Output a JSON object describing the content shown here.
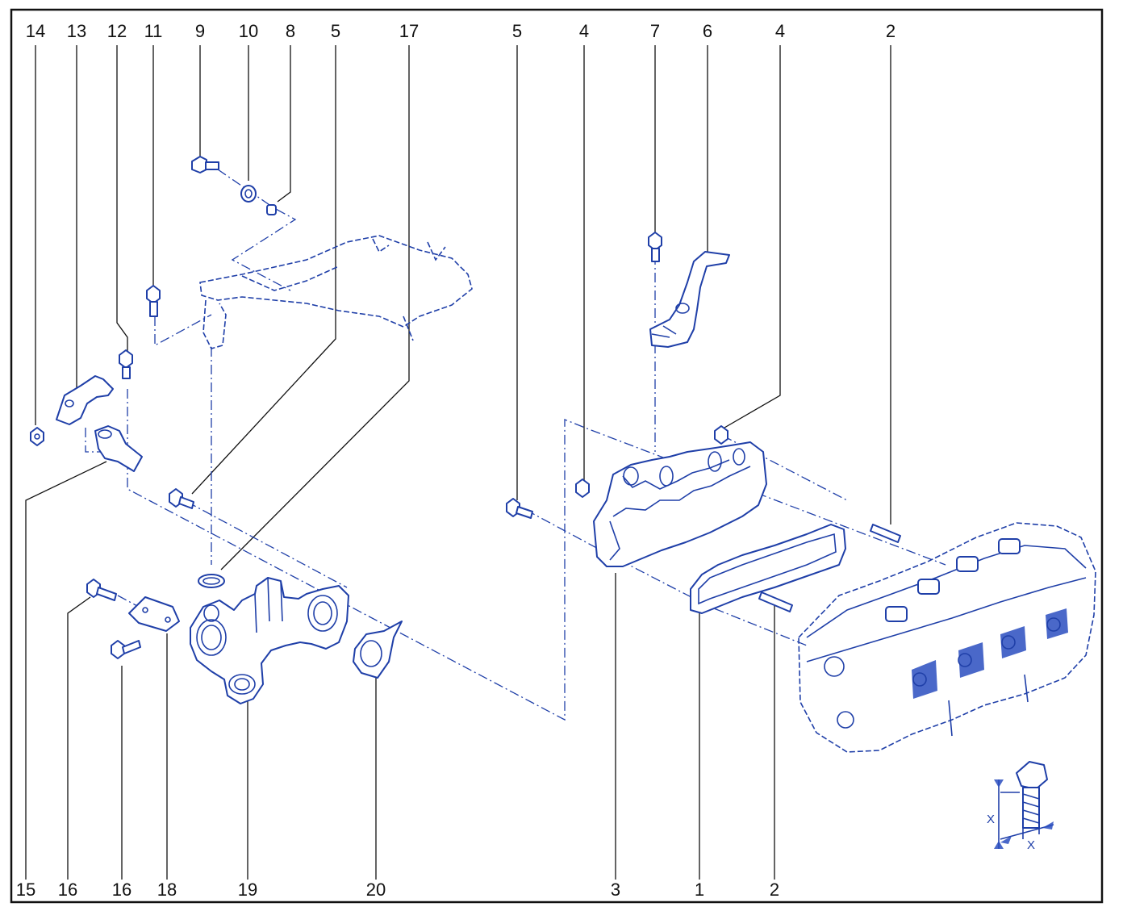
{
  "diagram": {
    "callouts_top": [
      "14",
      "13",
      "12",
      "11",
      "9",
      "10",
      "8",
      "5",
      "17",
      "5",
      "4",
      "7",
      "6",
      "4",
      "2"
    ],
    "callouts_bottom": [
      "15",
      "16",
      "16",
      "18",
      "19",
      "20",
      "3",
      "1",
      "2"
    ],
    "torque_symbol_label": "X"
  },
  "colors": {
    "line_art": "#1f3fa8",
    "callout_text": "#111111",
    "frame": "#111111",
    "background": "#ffffff"
  }
}
